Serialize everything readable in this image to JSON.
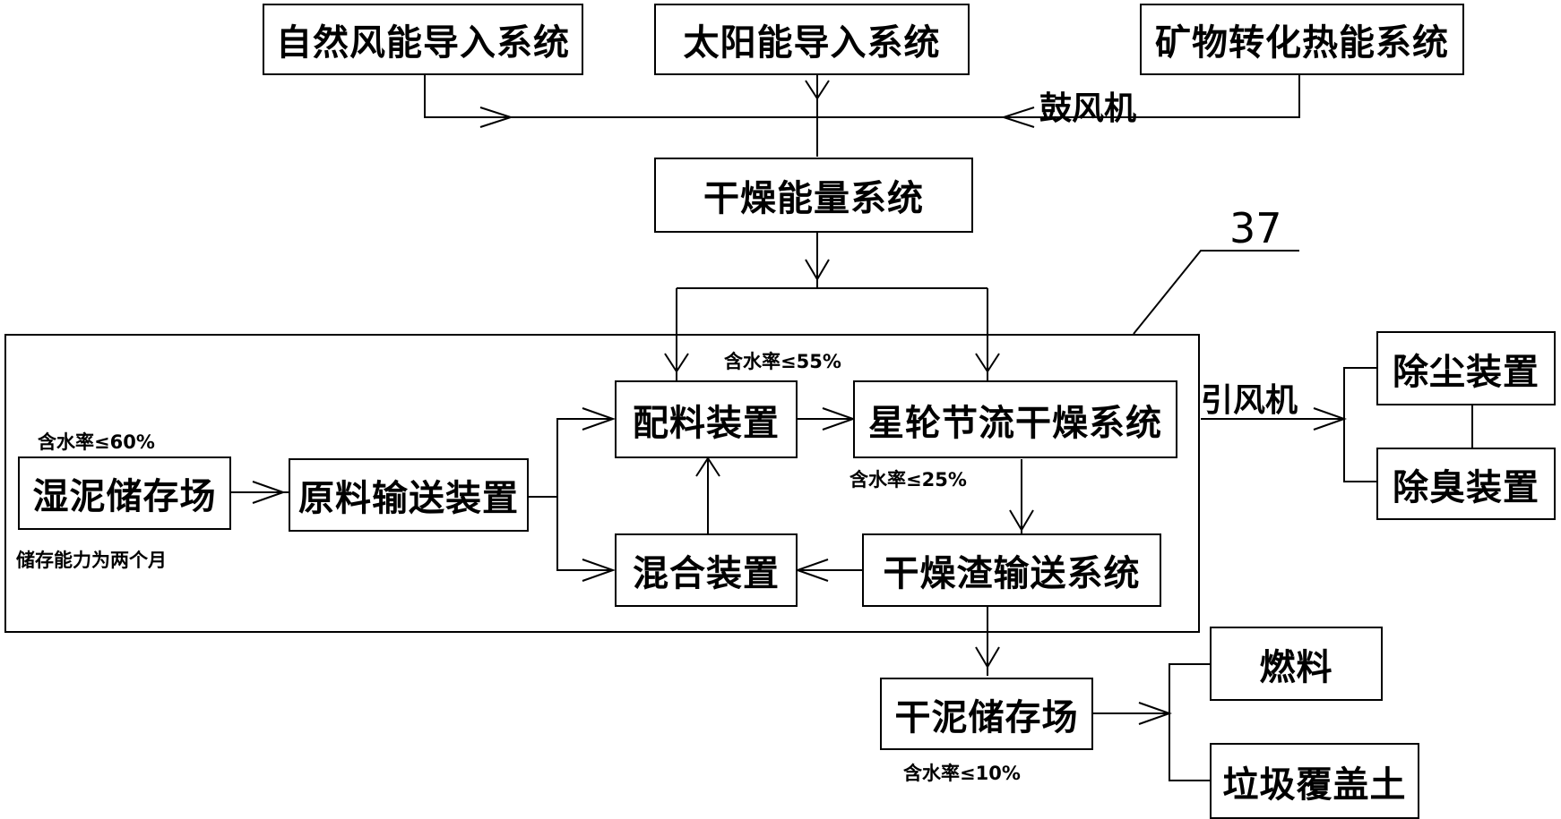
{
  "boxes": {
    "wind": "自然风能导入系统",
    "solar": "太阳能导入系统",
    "mineral": "矿物转化热能系统",
    "dry_energy": "干燥能量系统",
    "wet_storage": "湿泥储存场",
    "raw_conveyor": "原料输送装置",
    "mixing_feed": "配料装置",
    "star_wheel": "星轮节流干燥系统",
    "mixer": "混合装置",
    "slag_conveyor": "干燥渣输送系统",
    "dust": "除尘装置",
    "deodor": "除臭装置",
    "dry_storage": "干泥储存场",
    "fuel": "燃料",
    "landfill": "垃圾覆盖土"
  },
  "labels": {
    "blower": "鼓风机",
    "induced_fan": "引风机",
    "ref_number": "37",
    "moisture_60": "含水率≤60%",
    "moisture_55": "含水率≤55%",
    "moisture_25": "含水率≤25%",
    "moisture_10": "含水率≤10%",
    "capacity": "储存能力为两个月"
  }
}
